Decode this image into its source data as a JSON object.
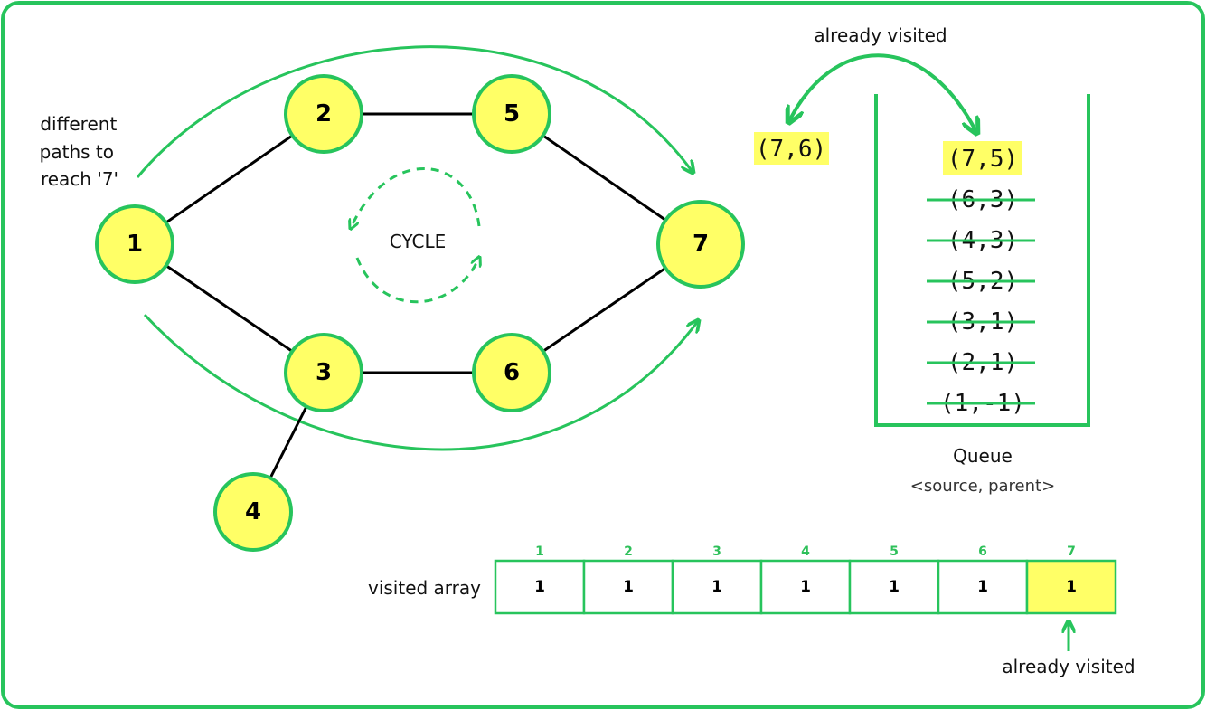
{
  "colors": {
    "accent": "#27c45c",
    "node_fill": "#ffff66",
    "highlight": "#ffff66"
  },
  "graph": {
    "nodes": [
      "1",
      "2",
      "3",
      "4",
      "5",
      "6",
      "7"
    ],
    "edges": [
      [
        "1",
        "2"
      ],
      [
        "1",
        "3"
      ],
      [
        "2",
        "5"
      ],
      [
        "5",
        "7"
      ],
      [
        "3",
        "6"
      ],
      [
        "6",
        "7"
      ],
      [
        "3",
        "4"
      ]
    ],
    "annotation": "different paths to reach '7'",
    "annotation_lines": [
      "different",
      "paths to",
      "reach '7'"
    ],
    "cycle_label": "CYCLE"
  },
  "queue": {
    "title": "Queue",
    "subtitle": "<source, parent>",
    "outside_item": "(7,6)",
    "top_label": "already visited",
    "items": [
      {
        "text": "(7,5)",
        "crossed": false
      },
      {
        "text": "(6,3)",
        "crossed": true
      },
      {
        "text": "(4,3)",
        "crossed": true
      },
      {
        "text": "(5,2)",
        "crossed": true
      },
      {
        "text": "(3,1)",
        "crossed": true
      },
      {
        "text": "(2,1)",
        "crossed": true
      },
      {
        "text": "(1,-1)",
        "crossed": true
      }
    ]
  },
  "visited": {
    "label": "visited array",
    "indices": [
      "1",
      "2",
      "3",
      "4",
      "5",
      "6",
      "7"
    ],
    "values": [
      "1",
      "1",
      "1",
      "1",
      "1",
      "1",
      "1"
    ],
    "highlight_index": 6,
    "note": "already visited"
  }
}
